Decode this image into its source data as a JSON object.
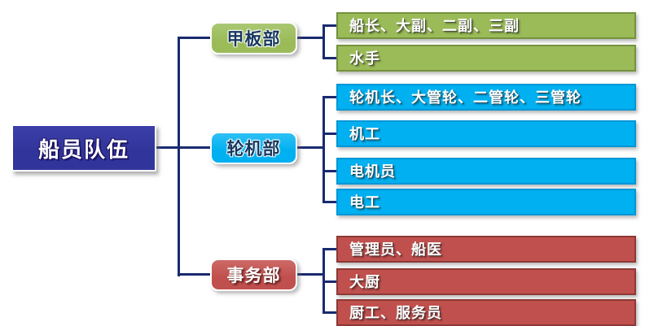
{
  "root": {
    "label": "船员队伍"
  },
  "departments": [
    {
      "label": "甲板部",
      "color": "#9BBB59",
      "members": [
        "船长、大副、二副、三副",
        "水手"
      ]
    },
    {
      "label": "轮机部",
      "color": "#00B0F0",
      "members": [
        "轮机长、大管轮、二管轮、三管轮",
        "机工",
        "电机员",
        "电工"
      ]
    },
    {
      "label": "事务部",
      "color": "#C0504D",
      "members": [
        "管理员、船医",
        "大厨",
        "厨工、服务员"
      ]
    }
  ],
  "colors": {
    "root_fill": "#31359B",
    "deck_fill": "#9BBB59",
    "deck_border": "#75923D",
    "engine_fill": "#00B0F0",
    "engine_border": "#0096D6",
    "service_fill": "#C0504D",
    "service_border": "#8C3936",
    "connector": "#1A2A70",
    "dept_label_text": "#17375E",
    "node_border": "#FFFFFF"
  }
}
